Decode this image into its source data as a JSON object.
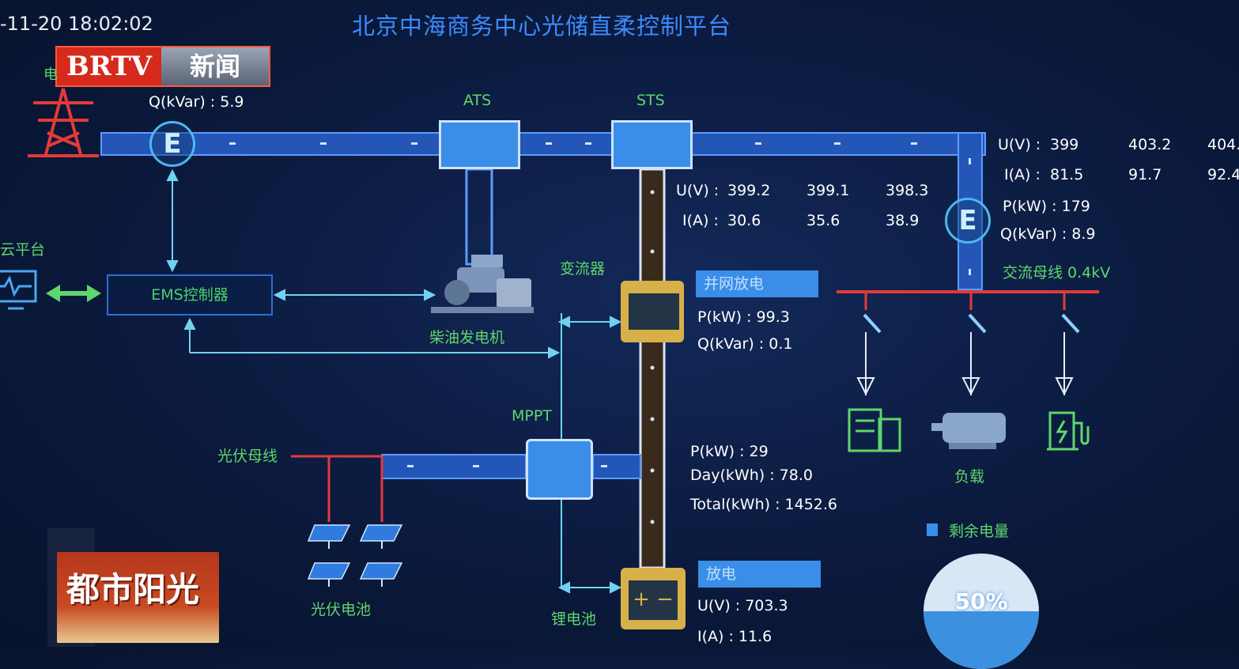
{
  "header": {
    "datetime": "-11-20 18:02:02",
    "title": "北京中海商务中心光储直柔控制平台"
  },
  "overlay": {
    "brtv_left": "BRTV",
    "brtv_right": "新闻",
    "program": "都市阳光"
  },
  "grid": {
    "clipped_label": "电",
    "q_text": "Q(kVar) : 5.9",
    "meter_symbol": "E"
  },
  "cloud": {
    "label": "云平台"
  },
  "ems": {
    "label": "EMS控制器"
  },
  "ats": {
    "label": "ATS"
  },
  "sts": {
    "label": "STS"
  },
  "generator": {
    "label": "柴油发电机"
  },
  "inverter": {
    "label": "变流器",
    "status": "并网放电",
    "p_text": "P(kW) :    99.3",
    "q_text": "Q(kVar) : 0.1"
  },
  "dc_bus": {
    "u_label": "U(V) :",
    "u_values": [
      "399.2",
      "399.1",
      "398.3"
    ],
    "i_label": "I(A) :",
    "i_values": [
      "30.6",
      "35.6",
      "38.9"
    ]
  },
  "ac_meter": {
    "u_label": "U(V) :",
    "u_values": [
      "399",
      "403.2",
      "404."
    ],
    "i_label": "I(A) :",
    "i_values": [
      "81.5",
      "91.7",
      "92.4"
    ],
    "p_text": "P(kW) :   179",
    "q_text": "Q(kVar) : 8.9",
    "meter_symbol": "E"
  },
  "ac_bus": {
    "label": "交流母线 0.4kV"
  },
  "load": {
    "label": "负载"
  },
  "mppt": {
    "label": "MPPT",
    "p_text": "P(kW) :   29",
    "day_text": "Day(kWh) : 78.0",
    "total_text": "Total(kWh) : 1452.6"
  },
  "pv": {
    "bus_label": "光伏母线",
    "panel_label": "光伏电池"
  },
  "battery": {
    "label": "锂电池",
    "status": "放电",
    "u_text": "U(V) : 703.3",
    "i_text": "I(A) :   11.6",
    "terminals": "+ −"
  },
  "soc": {
    "label": "剩余电量",
    "percent_text": "50%",
    "level": 0.5
  },
  "colors": {
    "bus_blue": "#3a7fe6",
    "wire_red": "#e23a3a",
    "accent_green": "#5fd66b",
    "title_blue": "#3d8bff"
  }
}
